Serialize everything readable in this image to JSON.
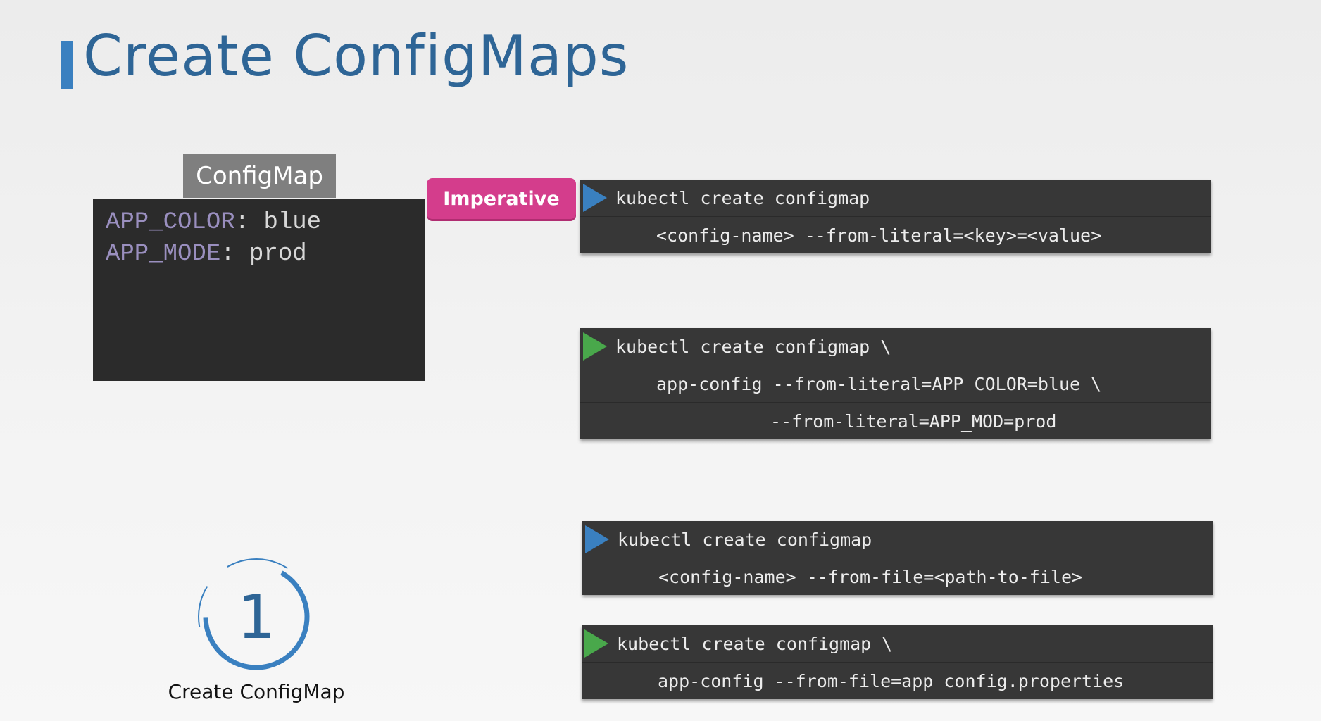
{
  "title": "Create ConfigMaps",
  "configmap": {
    "label": "ConfigMap",
    "entries": [
      {
        "key": "APP_COLOR",
        "sep": ": ",
        "value": "blue"
      },
      {
        "key": "APP_MODE",
        "sep": ": ",
        "value": "prod"
      }
    ]
  },
  "imperative_label": "Imperative",
  "commands": [
    {
      "icon": "blue",
      "lines": [
        "kubectl create configmap",
        "<config-name> --from-literal=<key>=<value>"
      ]
    },
    {
      "icon": "green",
      "lines": [
        "kubectl create configmap \\",
        "app-config --from-literal=APP_COLOR=blue \\",
        "--from-literal=APP_MOD=prod"
      ]
    },
    {
      "icon": "blue",
      "lines": [
        "kubectl create configmap",
        "<config-name> --from-file=<path-to-file>"
      ]
    },
    {
      "icon": "green",
      "lines": [
        "kubectl create configmap \\",
        "app-config --from-file=app_config.properties"
      ]
    }
  ],
  "step": {
    "number": "1",
    "label": "Create ConfigMap"
  },
  "colors": {
    "title": "#2e6596",
    "accent_blue": "#3a80c0",
    "accent_green": "#49a84b",
    "imperative": "#d43d8c",
    "code_bg": "#373737"
  }
}
